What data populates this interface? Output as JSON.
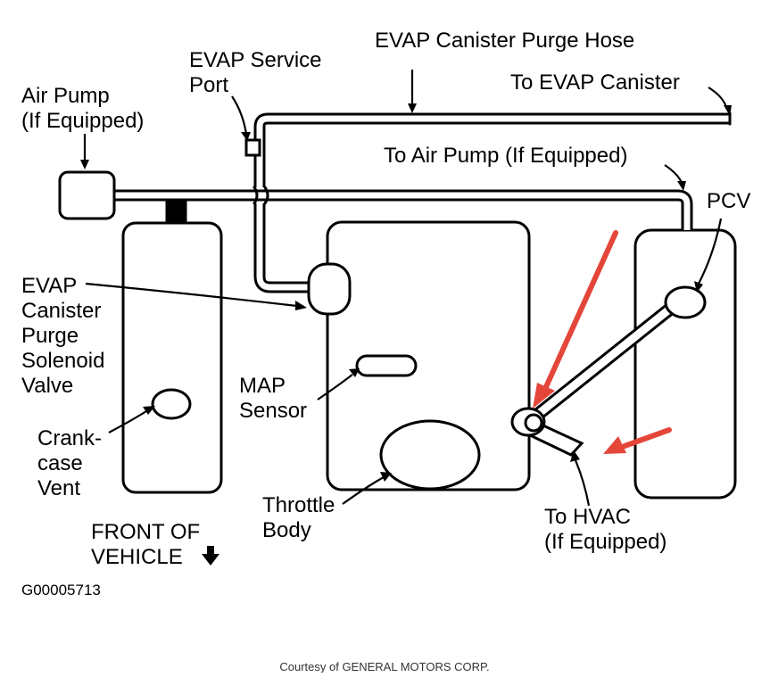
{
  "labels": {
    "evap_purge_hose": "EVAP Canister Purge Hose",
    "evap_service_port": [
      "EVAP Service",
      "Port"
    ],
    "to_evap_canister": "To EVAP Canister",
    "air_pump": [
      "Air Pump",
      "(If Equipped)"
    ],
    "to_air_pump": "To Air Pump (If Equipped)",
    "pcv": "PCV",
    "evap_solenoid": [
      "EVAP",
      "Canister",
      "Purge",
      "Solenoid",
      "Valve"
    ],
    "map_sensor": [
      "MAP",
      "Sensor"
    ],
    "crankcase_vent": [
      "Crank-",
      "case",
      "Vent"
    ],
    "throttle_body": [
      "Throttle",
      "Body"
    ],
    "to_hvac": [
      "To HVAC",
      "(If Equipped)"
    ],
    "front_of_vehicle": [
      "FRONT OF",
      "VEHICLE"
    ]
  },
  "figure_code": "G00005713",
  "credit": "Courtesy of GENERAL MOTORS CORP.",
  "icons": {
    "front_arrow": "down-arrow-icon",
    "highlight_arrows": "red-arrow-icon"
  },
  "colors": {
    "line": "#000000",
    "background": "#ffffff",
    "highlight": "#e4463a"
  }
}
